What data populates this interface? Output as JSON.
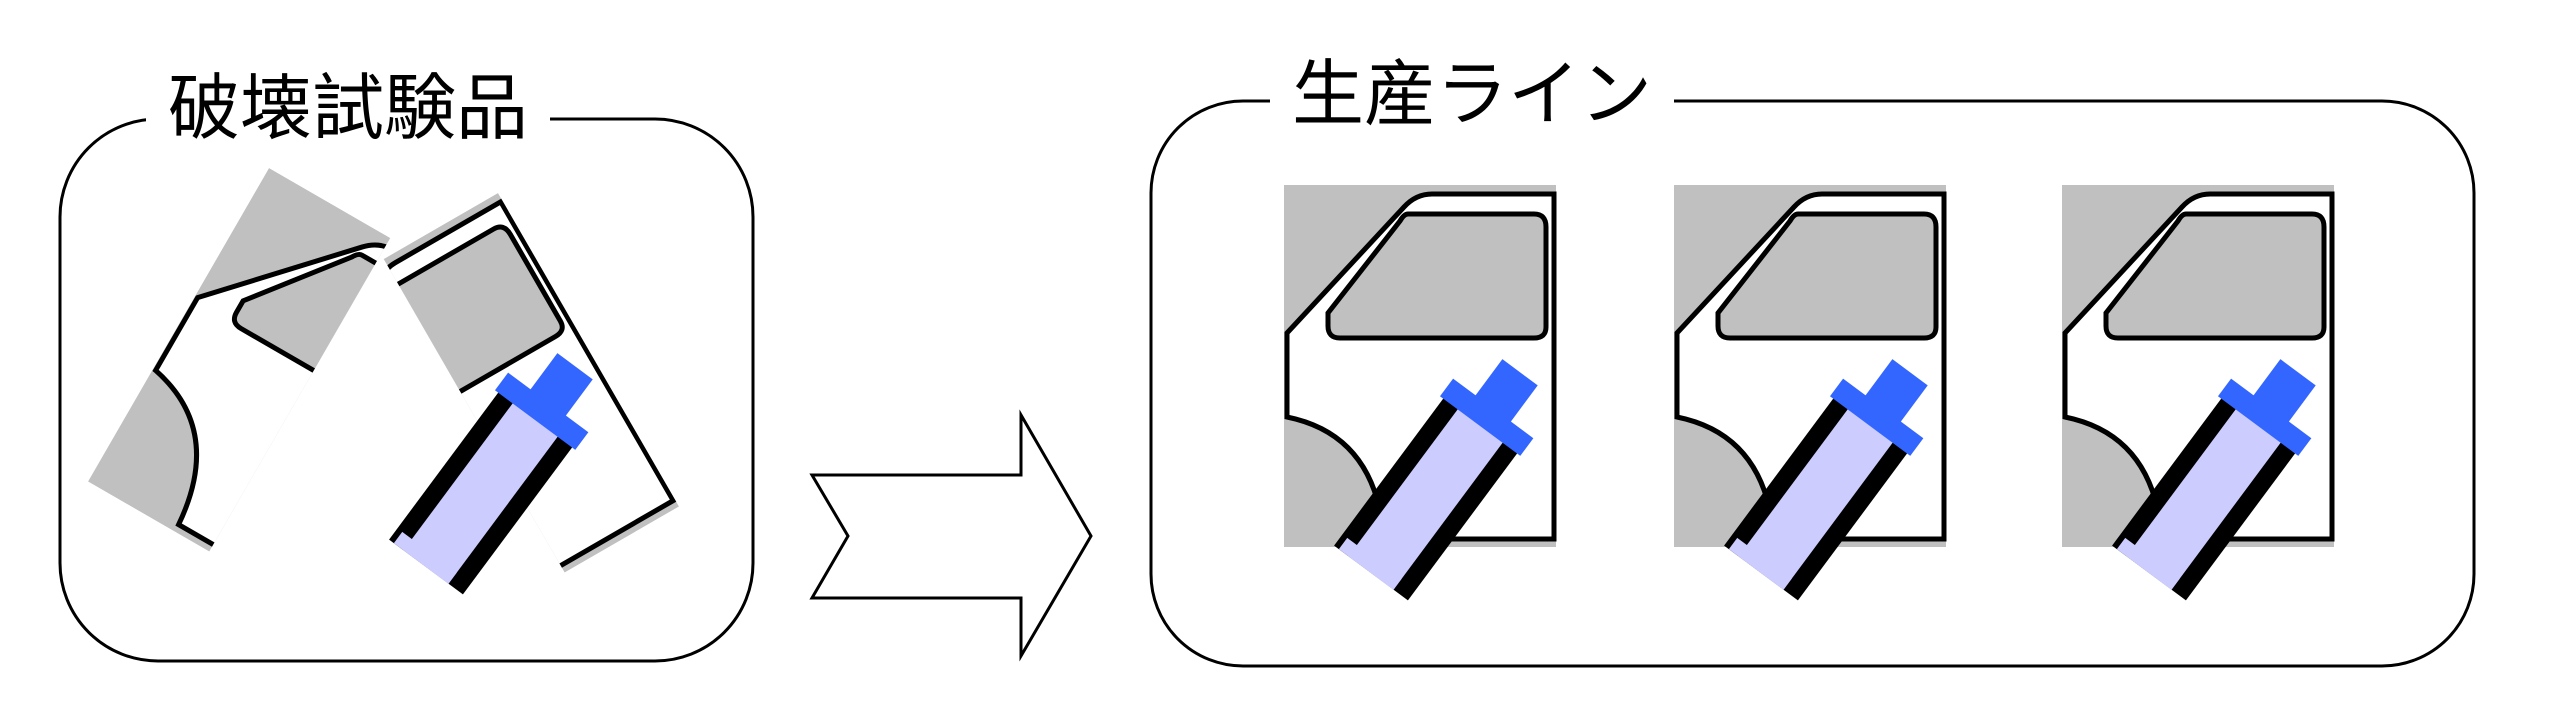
{
  "left_panel": {
    "title": "破壊試験品"
  },
  "right_panel": {
    "title": "生産ライン",
    "door_count": 3
  },
  "arrow": {
    "direction": "right"
  },
  "colors": {
    "panel_gray": "#c0c0c0",
    "gun_blue": "#3366ff",
    "gun_body": "#ccccff",
    "outline": "#000000"
  }
}
